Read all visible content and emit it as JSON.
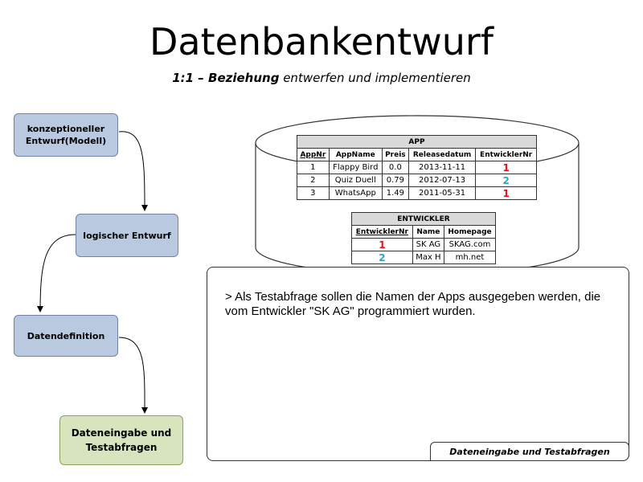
{
  "header": {
    "title": "Datenbankentwurf",
    "subtitle_strong": "1:1 – Beziehung",
    "subtitle_rest": " entwerfen und implementieren"
  },
  "flow": {
    "step1": "konzeptioneller Entwurf(Modell)",
    "step2": "logischer Entwurf",
    "step3": "Datendefinition",
    "step4": "Dateneingabe und Testabfragen"
  },
  "app_table": {
    "caption": "APP",
    "headers": [
      "AppNr",
      "AppName",
      "Preis",
      "Releasedatum",
      "EntwicklerNr"
    ],
    "rows": [
      [
        "1",
        "Flappy Bird",
        "0.0",
        "2013-11-11",
        "1"
      ],
      [
        "2",
        "Quiz Duell",
        "0.79",
        "2012-07-13",
        "2"
      ],
      [
        "3",
        "WhatsApp",
        "1.49",
        "2011-05-31",
        "1"
      ]
    ]
  },
  "entwickler_table": {
    "caption": "ENTWICKLER",
    "headers": [
      "EntwicklerNr",
      "Name",
      "Homepage"
    ],
    "rows": [
      [
        "1",
        "SK AG",
        "SKAG.com"
      ],
      [
        "2",
        "Max H",
        "mh.net"
      ]
    ]
  },
  "panel": {
    "text": "> Als Testabfrage sollen die Namen der Apps ausgegeben werden, die vom Entwickler \"SK AG\" programmiert wurden.",
    "tab_label": "Dateneingabe und Testabfragen"
  },
  "colors": {
    "fk_1": "#e8131b",
    "fk_2": "#2aa7c4",
    "flow_box": "#b9c9e0",
    "flow_box_final": "#d7e4bd"
  }
}
